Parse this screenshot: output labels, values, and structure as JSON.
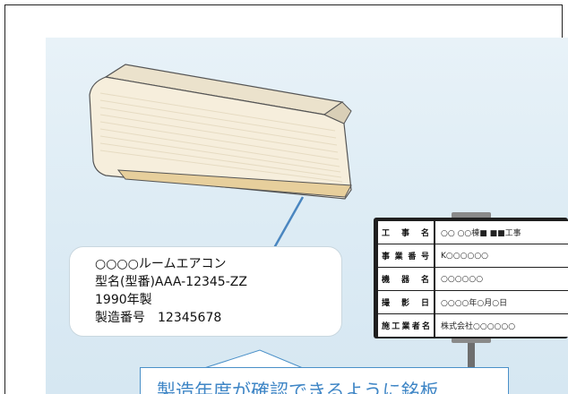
{
  "aircon": {
    "label_lines": [
      "○○○○ルームエアコン",
      "型名(型番)AAA-12345-ZZ",
      "1990年製",
      "製造番号　12345678"
    ]
  },
  "sign": {
    "rows": [
      {
        "key": [
          "工",
          "事",
          "名"
        ],
        "value": "○○ ○○棟■ ■■工事"
      },
      {
        "key": [
          "事",
          "業",
          "番",
          "号"
        ],
        "value": "K○○○○○○"
      },
      {
        "key": [
          "機",
          "器",
          "名"
        ],
        "value": "○○○○○○"
      },
      {
        "key": [
          "撮",
          "影",
          "日"
        ],
        "value": "○○○○年○月○日"
      },
      {
        "key": [
          "施",
          "工",
          "業",
          "者",
          "名"
        ],
        "value": "株式会社○○○○○○"
      }
    ]
  },
  "caption": {
    "text": "製造年度が確認できるように銘板"
  },
  "colors": {
    "panel_bg": "#dcebf4",
    "arrow": "#4a86c0",
    "caption_text": "#3f86c6",
    "aircon_body": "#f4ecd8",
    "aircon_vent": "#e9d3a2",
    "sign_frame": "#1f1f1f"
  }
}
